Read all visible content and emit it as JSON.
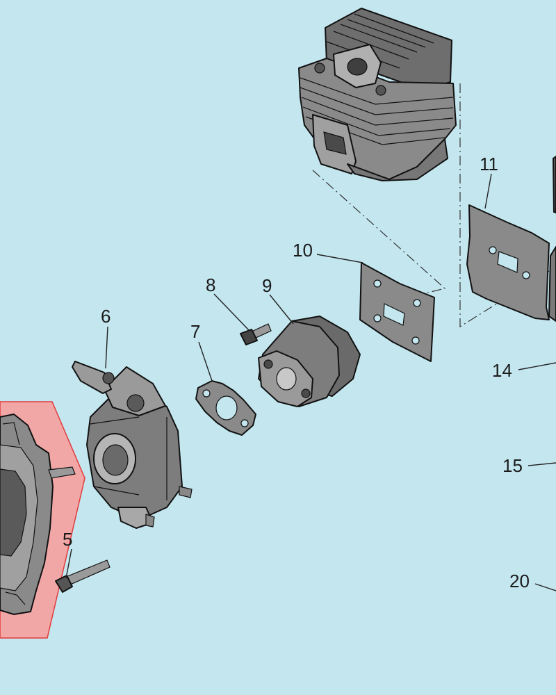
{
  "diagram": {
    "callouts": [
      {
        "id": "5",
        "label": "5"
      },
      {
        "id": "6",
        "label": "6"
      },
      {
        "id": "7",
        "label": "7"
      },
      {
        "id": "8",
        "label": "8"
      },
      {
        "id": "9",
        "label": "9"
      },
      {
        "id": "10",
        "label": "10"
      },
      {
        "id": "11",
        "label": "11"
      },
      {
        "id": "14",
        "label": "14"
      },
      {
        "id": "15",
        "label": "15"
      },
      {
        "id": "20",
        "label": "20"
      }
    ],
    "colors": {
      "background": "#c3e6ef",
      "part_fill": "#7d7d7d",
      "part_light": "#a8a8a8",
      "part_dark": "#4a4a4a",
      "gasket": "#8a8a8a",
      "highlight": "#f2a7a7",
      "highlight_border": "#e23a3a"
    }
  }
}
